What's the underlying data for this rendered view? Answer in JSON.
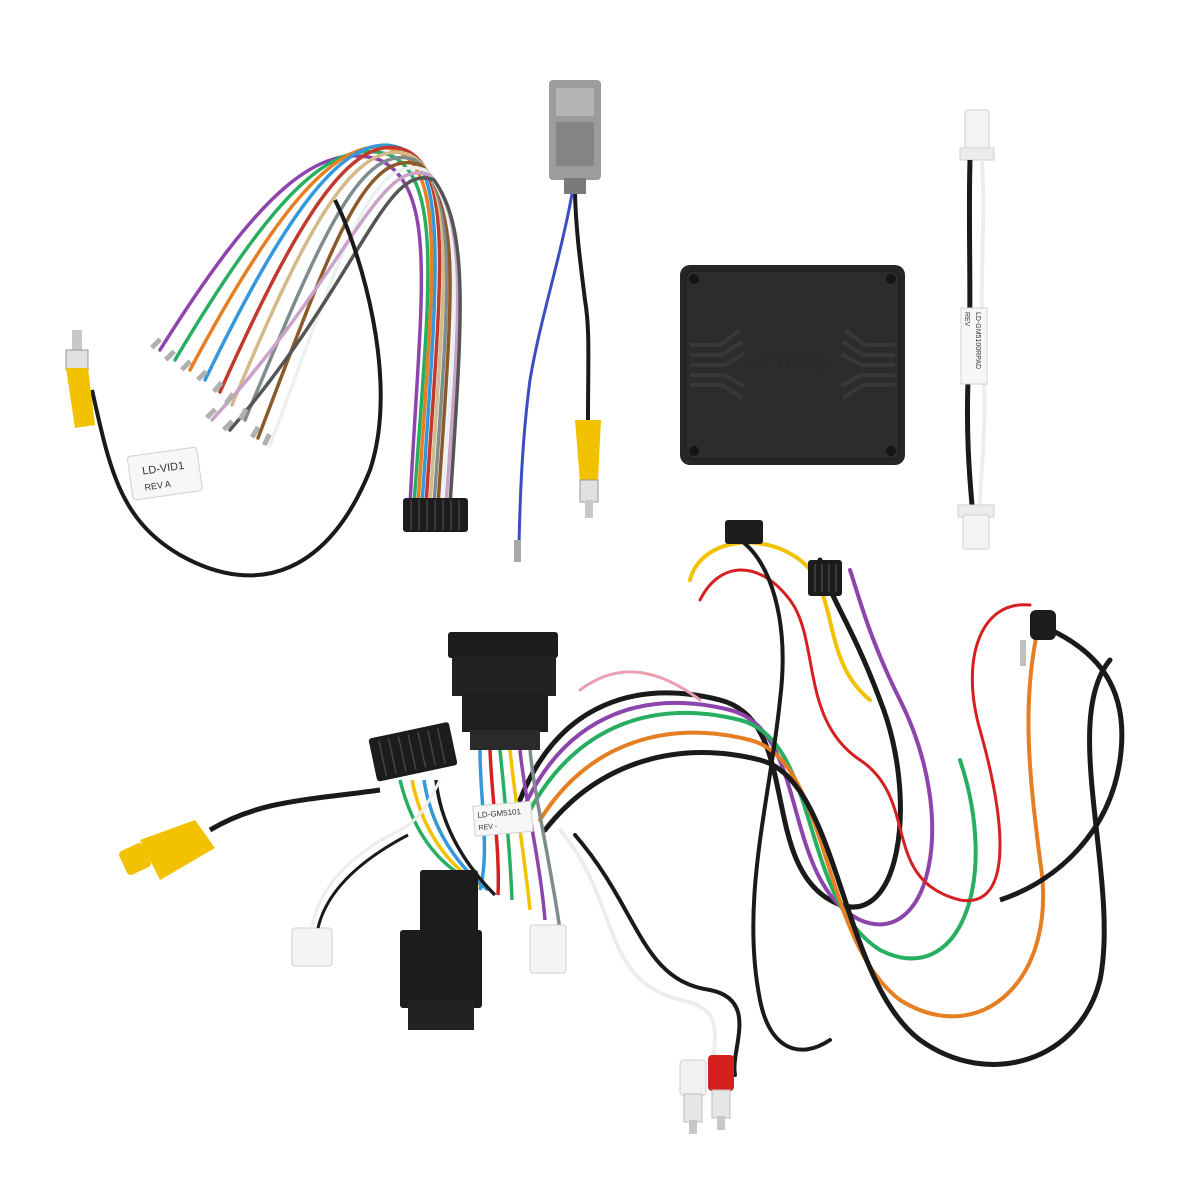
{
  "colors": {
    "background": "#ffffff",
    "module_body": "#262626",
    "rca_yellow": "#f2c200",
    "rca_red": "#d62020",
    "rca_white": "#f1f1f1",
    "connector_gray": "#9c9c9c",
    "connector_black": "#1c1c1c",
    "connector_white": "#f4f4f4"
  },
  "module": {
    "brand": "AXXESS"
  },
  "harness_vid1": {
    "tag_line1": "LD-VID1",
    "tag_line2": "REV A"
  },
  "harness_rpad": {
    "tag_line1": "LD-GM5100RPAD",
    "tag_line2": "REV"
  },
  "harness_main": {
    "tag_line1": "LD-GM5101",
    "tag_line2": "REV -"
  }
}
